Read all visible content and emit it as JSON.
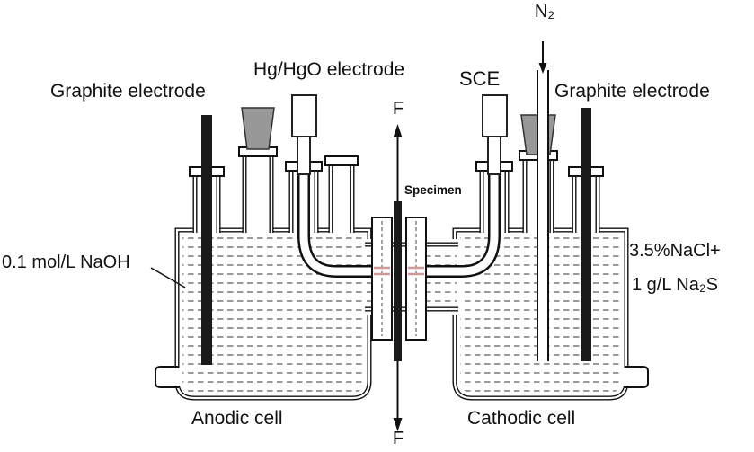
{
  "diagram": {
    "labels": {
      "n2": "N₂",
      "hg_hgo_electrode": "Hg/HgO electrode",
      "sce": "SCE",
      "graphite_left": "Graphite electrode",
      "graphite_right": "Graphite electrode",
      "force_top": "F",
      "force_bottom": "F",
      "specimen": "Specimen",
      "anolyte": "0.1 mol/L NaOH",
      "catholyte_line1": "3.5%NaCl+",
      "catholyte_line2": "1 g/L Na₂S",
      "anodic_cell": "Anodic cell",
      "cathodic_cell": "Cathodic cell"
    },
    "colors": {
      "line": "#111111",
      "stopper": "#989898",
      "electrode_fill": "#1a1a1a",
      "capillary_tip": "#cf9a9a",
      "liquid_dash": "#555555",
      "background": "#ffffff"
    }
  }
}
